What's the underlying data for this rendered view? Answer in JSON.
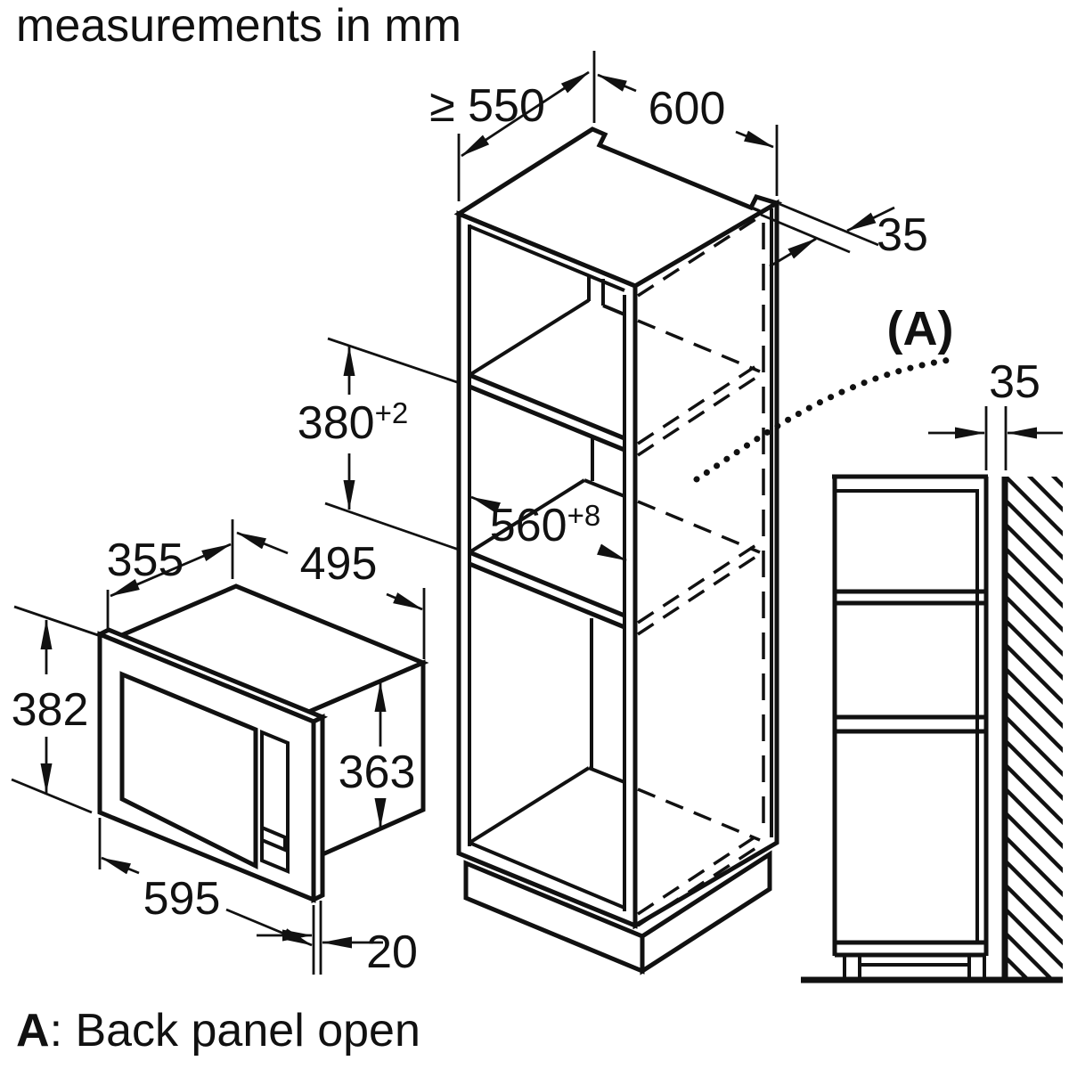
{
  "title": "measurements in mm",
  "colors": {
    "ink": "#111111",
    "background": "#ffffff"
  },
  "cabinet": {
    "depth_min": "≥ 550",
    "width": "600",
    "rear_gap": "35",
    "niche_height": "380",
    "niche_height_tolerance": "+2",
    "niche_width": "560",
    "niche_width_tolerance": "+8"
  },
  "microwave": {
    "depth": "355",
    "width": "495",
    "front_height": "382",
    "body_height": "363",
    "front_width": "595",
    "frame_overhang": "20"
  },
  "side_view": {
    "wall_gap": "35",
    "callout": "(A)"
  },
  "legend": {
    "key": "A",
    "rest": ": Back panel open"
  }
}
